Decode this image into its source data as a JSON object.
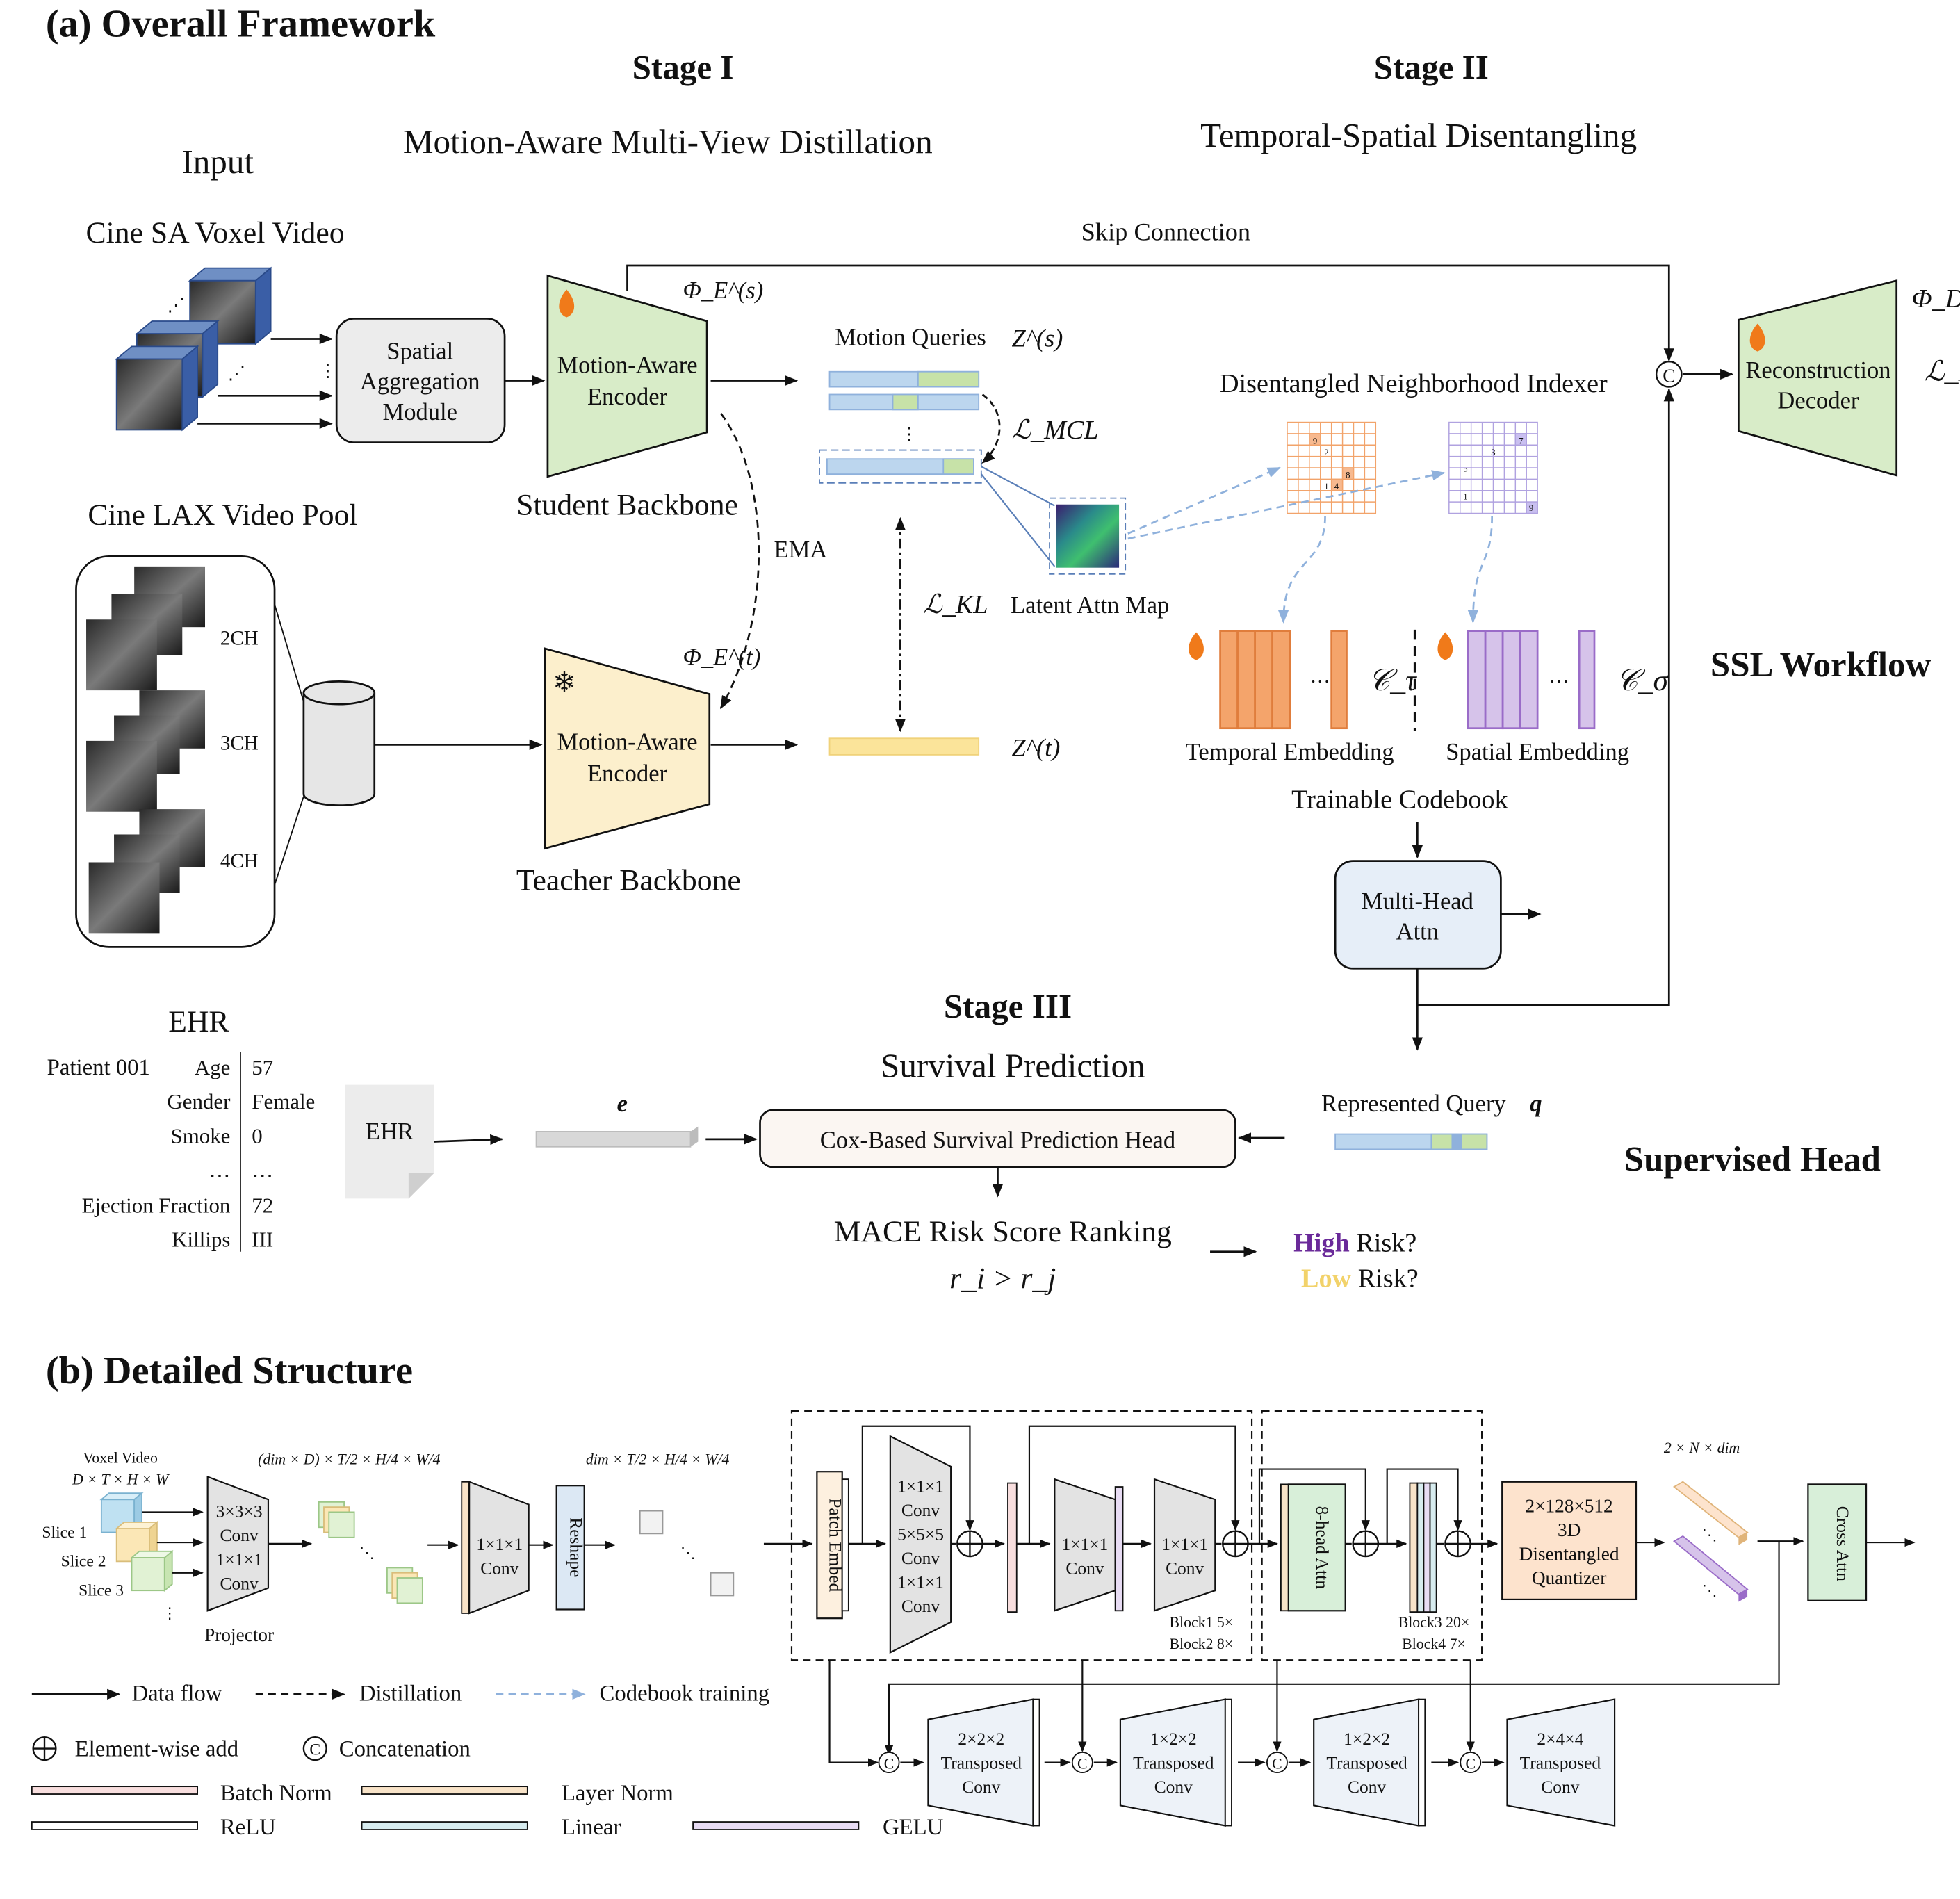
{
  "a": {
    "heading": "(a) Overall Framework",
    "stage1_title": "Stage I",
    "stage1_sub": "Motion-Aware Multi-View Distillation",
    "stage2_title": "Stage II",
    "stage2_sub": "Temporal-Spatial Disentangling",
    "input_label": "Input",
    "cine_sa_label": "Cine SA Voxel Video",
    "cine_lax_label": "Cine LAX Video Pool",
    "lax_views": [
      "2CH",
      "3CH",
      "4CH"
    ],
    "spatial_agg": [
      "Spatial",
      "Aggregation",
      "Module"
    ],
    "student_encoder": [
      "Motion-Aware",
      "Encoder"
    ],
    "teacher_encoder": [
      "Motion-Aware",
      "Encoder"
    ],
    "student_backbone": "Student Backbone",
    "teacher_backbone": "Teacher Backbone",
    "phi_es": "Φ_E^(s)",
    "phi_et": "Φ_E^(t)",
    "phi_d": "Φ_D",
    "ema": "EMA",
    "skip_connection": "Skip Connection",
    "motion_queries": "Motion Queries",
    "z_s": "Z^(s)",
    "z_t": "Z^(t)",
    "l_mcl": "ℒ_MCL",
    "l_kl": "ℒ_KL",
    "l_r": "ℒ_R",
    "latent_attn_map": "Latent Attn Map",
    "dni": "Disentangled Neighborhood Indexer",
    "temporal_grid_numbers": [
      "9",
      "2",
      "8",
      "1",
      "4"
    ],
    "spatial_grid_numbers": [
      "7",
      "3",
      "5",
      "1",
      "9"
    ],
    "temporal_embedding": "Temporal Embedding",
    "spatial_embedding": "Spatial Embedding",
    "c_tau": "𝒞_τ",
    "c_sigma": "𝒞_σ",
    "trainable_codebook": "Trainable Codebook",
    "multi_head": [
      "Multi-Head",
      "Attn"
    ],
    "recon_decoder": [
      "Reconstruction",
      "Decoder"
    ],
    "ssl_workflow": "SSL Workflow",
    "stage3_title": "Stage III",
    "stage3_sub": "Survival Prediction",
    "ehr_title": "EHR",
    "patient": "Patient 001",
    "ehr_rows": [
      {
        "k": "Age",
        "v": "57"
      },
      {
        "k": "Gender",
        "v": "Female"
      },
      {
        "k": "Smoke",
        "v": "0"
      },
      {
        "k": "…",
        "v": "…"
      },
      {
        "k": "Ejection Fraction",
        "v": "72"
      },
      {
        "k": "Killips",
        "v": "III"
      }
    ],
    "ehr_doc": "EHR",
    "e_label": "e",
    "cox_head": "Cox-Based Survival Prediction Head",
    "represented_query": "Represented Query",
    "q_label": "q",
    "supervised_head": "Supervised Head",
    "mace": "MACE Risk Score Ranking",
    "rank_expr": "r_i > r_j",
    "high": "High",
    "low": "Low",
    "risk_q": "Risk?"
  },
  "b": {
    "heading": "(b) Detailed Structure",
    "voxel_video": "Voxel Video",
    "voxel_dims": "D × T × H × W",
    "slices": [
      "Slice 1",
      "Slice 2",
      "Slice 3"
    ],
    "projector_text": [
      "3×3×3",
      "Conv",
      "1×1×1",
      "Conv"
    ],
    "projector": "Projector",
    "dim1": "(dim × D) × T/2 × H/4 × W/4",
    "conv111": [
      "1×1×1",
      "Conv"
    ],
    "reshape": "Reshape",
    "dim2": "dim × T/2 × H/4 × W/4",
    "patch_embed": "Patch Embed",
    "bottleneck": [
      "1×1×1",
      "Conv",
      "5×5×5",
      "Conv",
      "1×1×1",
      "Conv"
    ],
    "conv_a": [
      "1×1×1",
      "Conv"
    ],
    "conv_b": [
      "1×1×1",
      "Conv"
    ],
    "block12": [
      "Block1 5×",
      "Block2 8×"
    ],
    "attn8": "8-head Attn",
    "block34": [
      "Block3 20×",
      "Block4 7×"
    ],
    "quantizer": [
      "2×128×512",
      "3D",
      "Disentangled",
      "Quantizer"
    ],
    "dim3": "2 × N × dim",
    "cross_attn": "Cross Attn",
    "tconvs": [
      [
        "2×2×2",
        "Transposed",
        "Conv"
      ],
      [
        "1×2×2",
        "Transposed",
        "Conv"
      ],
      [
        "1×2×2",
        "Transposed",
        "Conv"
      ],
      [
        "2×4×4",
        "Transposed",
        "Conv"
      ]
    ],
    "legend": {
      "data_flow": "Data flow",
      "distillation": "Distillation",
      "codebook_training": "Codebook training",
      "element_add": "Element-wise add",
      "concat": "Concatenation",
      "batch_norm": "Batch Norm",
      "layer_norm": "Layer Norm",
      "relu": "ReLU",
      "linear": "Linear",
      "gelu": "GELU"
    },
    "colors": {
      "student_green": "#d8ecc8",
      "teacher_yellow": "#fcefcc",
      "temporal_orange": "#f4a46b",
      "spatial_purple": "#d6c3ea",
      "quantizer_orange": "#fde3cd",
      "cross_green": "#d8efd9",
      "conv_grey": "#e3e3e3",
      "tconv_blue": "#edf2f8",
      "reshape_blue": "#dce8f4",
      "high_purple": "#6a2a99",
      "low_yellow": "#f2d26a"
    }
  }
}
